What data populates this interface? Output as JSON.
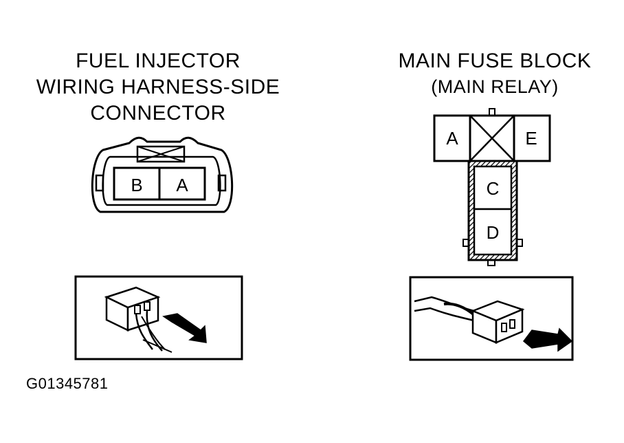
{
  "left_title": {
    "line1": "FUEL INJECTOR",
    "line2": "WIRING HARNESS-SIDE",
    "line3": "CONNECTOR"
  },
  "right_title": {
    "line1": "MAIN FUSE BLOCK",
    "line2": "(MAIN RELAY)"
  },
  "injector_connector": {
    "terminals": [
      "B",
      "A"
    ]
  },
  "fuse_block": {
    "terminals": {
      "a": "A",
      "e": "E",
      "c": "C",
      "d": "D"
    }
  },
  "diagram_id": "G01345781"
}
